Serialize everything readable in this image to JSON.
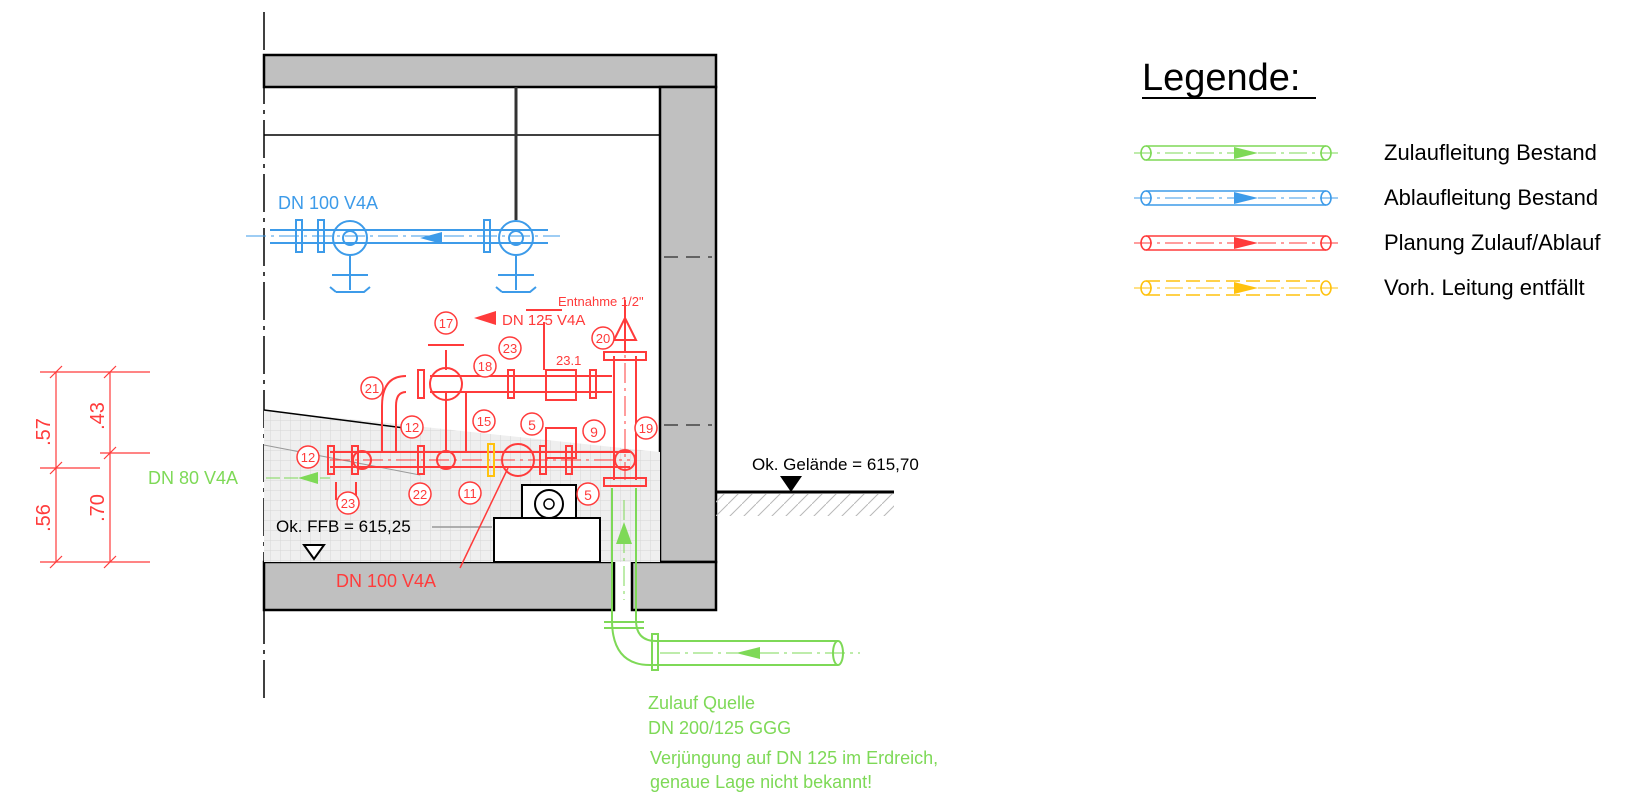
{
  "legend": {
    "title": "Legende:",
    "items": [
      {
        "label": "Zulaufleitung Bestand",
        "color": "#7ed957"
      },
      {
        "label": "Ablaufleitung Bestand",
        "color": "#3d9be9"
      },
      {
        "label": "Planung Zulauf/Ablauf",
        "color": "#ff3b3b"
      },
      {
        "label": "Vorh. Leitung entfällt",
        "color": "#ffc20e"
      }
    ]
  },
  "labels": {
    "blue_pipe": "DN 100 V4A",
    "red_pipe_top": "DN 125 V4A",
    "red_pipe_bottom": "DN 100 V4A",
    "green_pipe": "DN 80 V4A",
    "entnahme": "Entnahme 1/2\"",
    "ok_gelaende": "Ok. Gelände = 615,70",
    "ok_ffb": "Ok. FFB = 615,25",
    "sub_23_1": "23.1",
    "zulauf": [
      "Zulauf Quelle",
      "DN 200/125 GGG",
      "Verjüngung auf DN 125 im Erdreich,",
      "genaue Lage nicht bekannt!"
    ]
  },
  "dimensions": {
    "d57": ".57",
    "d43": ".43",
    "d56": ".56",
    "d70": ".70"
  },
  "markers": [
    "17",
    "23",
    "20",
    "18",
    "21",
    "15",
    "5",
    "9",
    "19",
    "12",
    "12",
    "23",
    "22",
    "11",
    "5"
  ],
  "colors": {
    "green": "#7ed957",
    "blue": "#3d9be9",
    "red": "#ff3b3b",
    "yellow": "#ffc20e",
    "wall": "#c0c0c0",
    "floor": "#ebebeb"
  }
}
